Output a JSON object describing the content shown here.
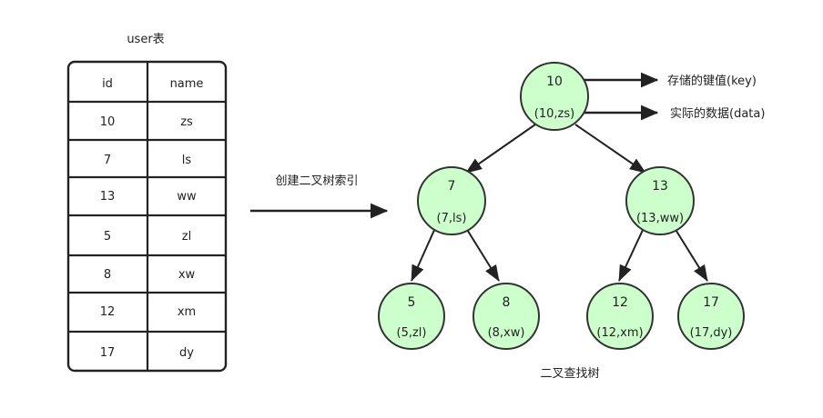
{
  "diagram": {
    "table": {
      "title": "user表",
      "columns": [
        "id",
        "name"
      ],
      "rows": [
        [
          "10",
          "zs"
        ],
        [
          "7",
          "ls"
        ],
        [
          "13",
          "ww"
        ],
        [
          "5",
          "zl"
        ],
        [
          "8",
          "xw"
        ],
        [
          "12",
          "xm"
        ],
        [
          "17",
          "dy"
        ]
      ]
    },
    "process": {
      "label": "创建二叉树索引",
      "arrow": "right-arrow"
    },
    "tree": {
      "caption": "二叉查找树",
      "node_fill": "#ccffcc",
      "node_stroke": "#333333",
      "nodes": [
        {
          "id": "root",
          "key": "10",
          "data": "(10,zs)"
        },
        {
          "id": "n7",
          "key": "7",
          "data": "(7,ls)"
        },
        {
          "id": "n13",
          "key": "13",
          "data": "(13,ww)"
        },
        {
          "id": "n5",
          "key": "5",
          "data": "(5,zl)"
        },
        {
          "id": "n8",
          "key": "8",
          "data": "(8,xw)"
        },
        {
          "id": "n12",
          "key": "12",
          "data": "(12,xm)"
        },
        {
          "id": "n17",
          "key": "17",
          "data": "(17,dy)"
        }
      ]
    },
    "annotations": {
      "key_label": "存储的键值(key)",
      "data_label": "实际的数据(data)"
    }
  }
}
